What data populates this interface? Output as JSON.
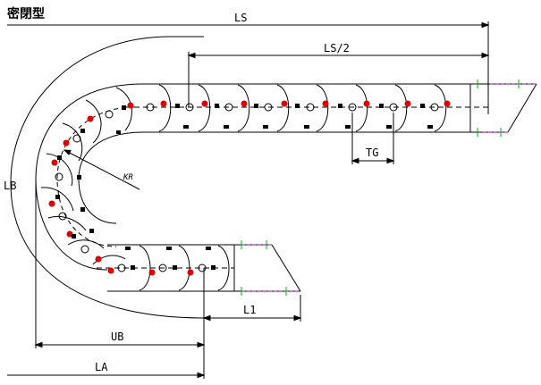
{
  "title": "密閉型",
  "labels": {
    "ls": "LS",
    "ls_half": "LS/2",
    "tg": "TG",
    "kr": "KR",
    "lb": "LB",
    "l1": "L1",
    "ub": "UB",
    "la": "LA"
  },
  "colors": {
    "outline": "#000000",
    "pin": "#e00000",
    "bracket_mark": "#00b000",
    "bracket_edge": "#a000c0"
  }
}
